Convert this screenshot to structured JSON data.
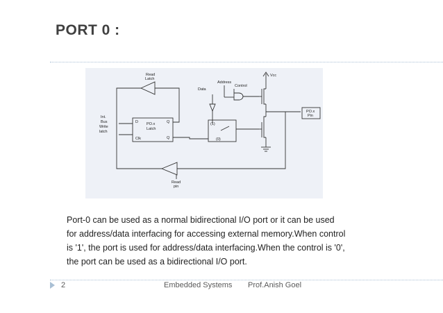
{
  "slide": {
    "title": "PORT 0 :",
    "body_lines": [
      "Port-0 can be used as a normal bidirectional I/O  port or it can be used",
      "for address/data interfacing for accessing external memory.When control",
      "is '1', the port is used for address/data interfacing.When the control is '0',",
      "the port can be used as a  bidirectional I/O  port."
    ],
    "footer": {
      "page_number": "2",
      "course": "Embedded Systems",
      "author": "Prof.Anish Goel"
    }
  },
  "diagram": {
    "labels": {
      "read_latch": [
        "Read",
        "Latch"
      ],
      "address": "Address",
      "data": "Data",
      "control": "Control",
      "vcc": "Vcc",
      "int_bus_write_latch": [
        "Int.",
        "Bus",
        "Write",
        "latch"
      ],
      "d": "D",
      "po_latch": [
        "PO.x",
        "Latch"
      ],
      "q": "Q",
      "q_bar": "Q",
      "clk": "Clk",
      "mux_1": "(1)",
      "mux_0": "(0)",
      "pin": [
        "PO.x",
        "Pin"
      ],
      "read_pin": [
        "Read",
        "pin"
      ]
    }
  }
}
